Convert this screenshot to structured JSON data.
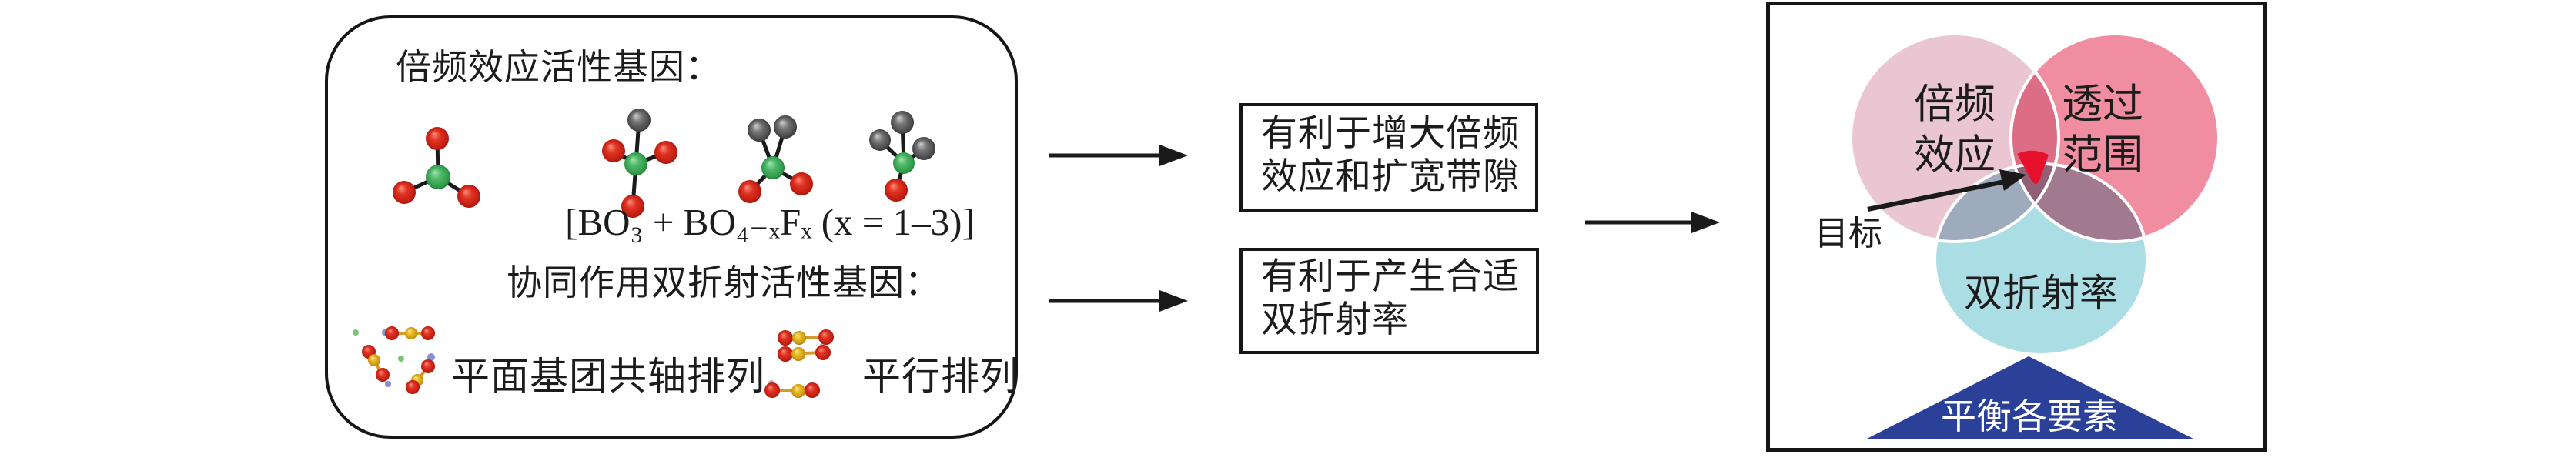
{
  "figure": {
    "gene_box": {
      "title": "倍频效应活性基因：",
      "formula": "[BO₃ + BO₄₋ₓFₓ (x = 1–3)]",
      "synergy_title": "协同作用双折射活性基因：",
      "coaxial_label": "平面基团共轴排列",
      "parallel_label": "平行排列"
    },
    "benefits": [
      {
        "text": "有利于增大倍频\n效应和扩宽带隙"
      },
      {
        "text": "有利于产生合适\n双折射率"
      }
    ],
    "venn": {
      "shg_label": "倍频\n效应",
      "transmission_label": "透过\n范围",
      "birefringence_label": "双折射率",
      "target_label": "目标",
      "balance_label": "平衡各要素",
      "colors": {
        "shg_circle": "#eac5d2",
        "transmission_circle": "#f08da0",
        "birefringence_circle": "#abdde5",
        "target_wedge": "#e8112d",
        "balance_triangle": "#2b4098",
        "balance_text": "#ffffff"
      }
    },
    "atom_colors": {
      "red_atom": "#e03322",
      "green_atom": "#4eb968",
      "gray_atom": "#757575",
      "yellow_atom": "#e9bb22"
    },
    "arrow_color": "#1a1a1a"
  }
}
